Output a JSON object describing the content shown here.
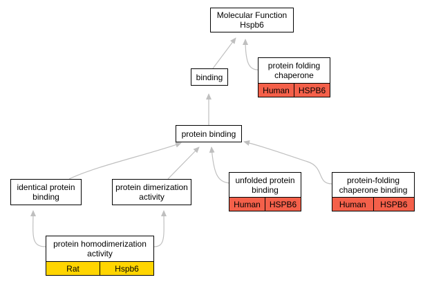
{
  "colors": {
    "edge": "#bfbfbf",
    "human": "#f4604a",
    "rat": "#ffd500"
  },
  "nodes": {
    "molecular_function": {
      "line1": "Molecular Function",
      "line2": "Hspb6"
    },
    "protein_folding_chaperone": {
      "line1": "protein folding",
      "line2": "chaperone",
      "species": "Human",
      "gene": "HSPB6"
    },
    "binding": {
      "label": "binding"
    },
    "protein_binding": {
      "label": "protein binding"
    },
    "identical_protein_binding": {
      "line1": "identical protein",
      "line2": "binding"
    },
    "protein_dimerization_activity": {
      "line1": "protein dimerization",
      "line2": "activity"
    },
    "unfolded_protein_binding": {
      "line1": "unfolded protein",
      "line2": "binding",
      "species": "Human",
      "gene": "HSPB6"
    },
    "protein_folding_chaperone_binding": {
      "line1": "protein-folding",
      "line2": "chaperone binding",
      "species": "Human",
      "gene": "HSPB6"
    },
    "protein_homodimerization_activity": {
      "line1": "protein homodimerization",
      "line2": "activity",
      "species": "Rat",
      "gene": "Hspb6"
    }
  }
}
